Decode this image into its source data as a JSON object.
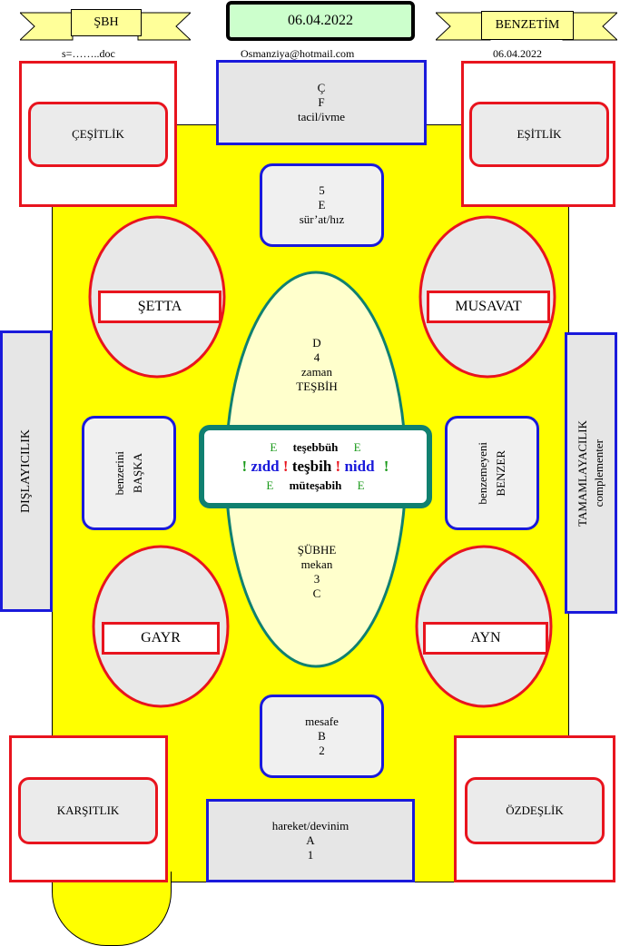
{
  "header": {
    "left_banner": "ŞBH",
    "date_box": "06.04.2022",
    "right_banner": "BENZETİM",
    "left_sub": "s=……..doc",
    "center_sub": "Osmanziya@hotmail.com",
    "right_sub": "06.04.2022"
  },
  "top_center": {
    "line1": "Ç",
    "line2": "F",
    "line3": "tacil/ivme"
  },
  "upper_mid": {
    "line1": "5",
    "line2": "E",
    "line3": "sür’at/hız"
  },
  "lower_mid": {
    "line1": "mesafe",
    "line2": "B",
    "line3": "2"
  },
  "bottom_center": {
    "line1": "hareket/devinim",
    "line2": "A",
    "line3": "1"
  },
  "corners": {
    "top_left": "ÇEŞİTLİK",
    "top_right": "EŞİTLİK",
    "bottom_left": "KARŞITLIK",
    "bottom_right": "ÖZDEŞLİK"
  },
  "ovals": {
    "upper_left": "ŞETTA",
    "upper_right": "MUSAVAT",
    "lower_left": "GAYR",
    "lower_right": "AYN"
  },
  "side_boxes": {
    "left_line1": "benzerini",
    "left_line2": "BAŞKA",
    "right_line1": "BENZER",
    "right_line2": "benzemeyeni"
  },
  "outer_sides": {
    "left": "DIŞLAYICILIK",
    "right_line1": "complementer",
    "right_line2": "TAMAMLAYACILIK"
  },
  "center_ellipse": {
    "top": {
      "line1": "D",
      "line2": "4",
      "line3": "zaman",
      "line4": "TEŞBİH"
    },
    "bottom": {
      "line1": "ŞÜBHE",
      "line2": "mekan",
      "line3": "3",
      "line4": "C"
    }
  },
  "center_box": {
    "row1": {
      "e_left": "E",
      "word": "teşebbüh",
      "e_right": "E"
    },
    "row2": {
      "bang1": "!",
      "w1": "zıdd",
      "bang2": "!",
      "w2": "teşbih",
      "bang3": "!",
      "w3": "nidd",
      "bang4": "!"
    },
    "row3": {
      "e_left": "E",
      "word": "müteşabih",
      "e_right": "E"
    }
  },
  "colors": {
    "yellow": "#ffff00",
    "red": "#e8141e",
    "blue": "#1a1adb",
    "teal": "#108070",
    "green": "#1a9a1a"
  }
}
